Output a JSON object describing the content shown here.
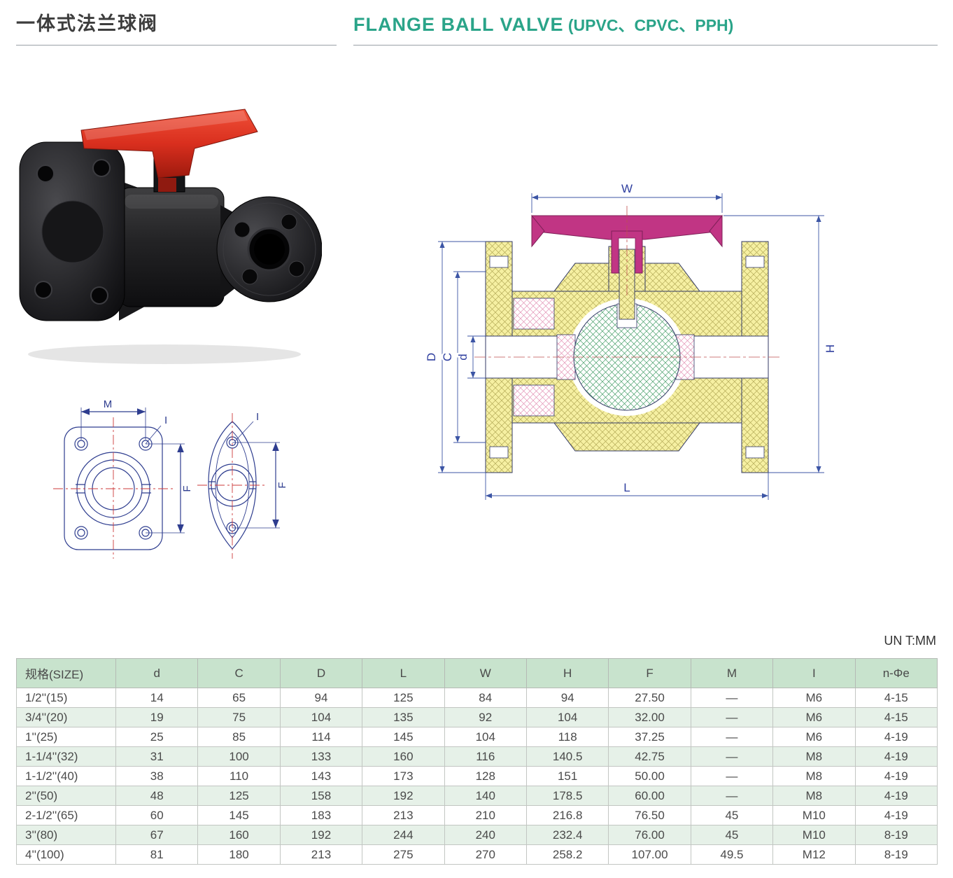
{
  "header": {
    "title_cn": "一体式法兰球阀",
    "title_en": "FLANGE BALL VALVE",
    "title_en_suffix": " (UPVC、CPVC、PPH)",
    "accent_color": "#2aa489"
  },
  "unit_note": "UN T:MM",
  "drawings": {
    "section_labels": {
      "W": "W",
      "H": "H",
      "D": "D",
      "C": "C",
      "d": "d",
      "L": "L"
    },
    "flange_labels": {
      "M": "M",
      "I": "I",
      "F": "F"
    },
    "colors": {
      "dimension_blue": "#2f3f9f",
      "body_hatch_yellow": "#f6f0a2",
      "ball_hatch_green": "#49a06b",
      "seal_hatch_pink": "#e393b6",
      "handle_magenta": "#c13584",
      "photo_handle_red": "#d92f1e"
    }
  },
  "table": {
    "headers": [
      "规格(SIZE)",
      "d",
      "C",
      "D",
      "L",
      "W",
      "H",
      "F",
      "M",
      "I",
      "n-Φe"
    ],
    "rows": [
      [
        "1/2''(15)",
        "14",
        "65",
        "94",
        "125",
        "84",
        "94",
        "27.50",
        "—",
        "M6",
        "4-15"
      ],
      [
        "3/4''(20)",
        "19",
        "75",
        "104",
        "135",
        "92",
        "104",
        "32.00",
        "—",
        "M6",
        "4-15"
      ],
      [
        "1''(25)",
        "25",
        "85",
        "114",
        "145",
        "104",
        "118",
        "37.25",
        "—",
        "M6",
        "4-19"
      ],
      [
        "1-1/4''(32)",
        "31",
        "100",
        "133",
        "160",
        "116",
        "140.5",
        "42.75",
        "—",
        "M8",
        "4-19"
      ],
      [
        "1-1/2''(40)",
        "38",
        "110",
        "143",
        "173",
        "128",
        "151",
        "50.00",
        "—",
        "M8",
        "4-19"
      ],
      [
        "2''(50)",
        "48",
        "125",
        "158",
        "192",
        "140",
        "178.5",
        "60.00",
        "—",
        "M8",
        "4-19"
      ],
      [
        "2-1/2''(65)",
        "60",
        "145",
        "183",
        "213",
        "210",
        "216.8",
        "76.50",
        "45",
        "M10",
        "4-19"
      ],
      [
        "3''(80)",
        "67",
        "160",
        "192",
        "244",
        "240",
        "232.4",
        "76.00",
        "45",
        "M10",
        "8-19"
      ],
      [
        "4''(100)",
        "81",
        "180",
        "213",
        "275",
        "270",
        "258.2",
        "107.00",
        "49.5",
        "M12",
        "8-19"
      ]
    ]
  }
}
